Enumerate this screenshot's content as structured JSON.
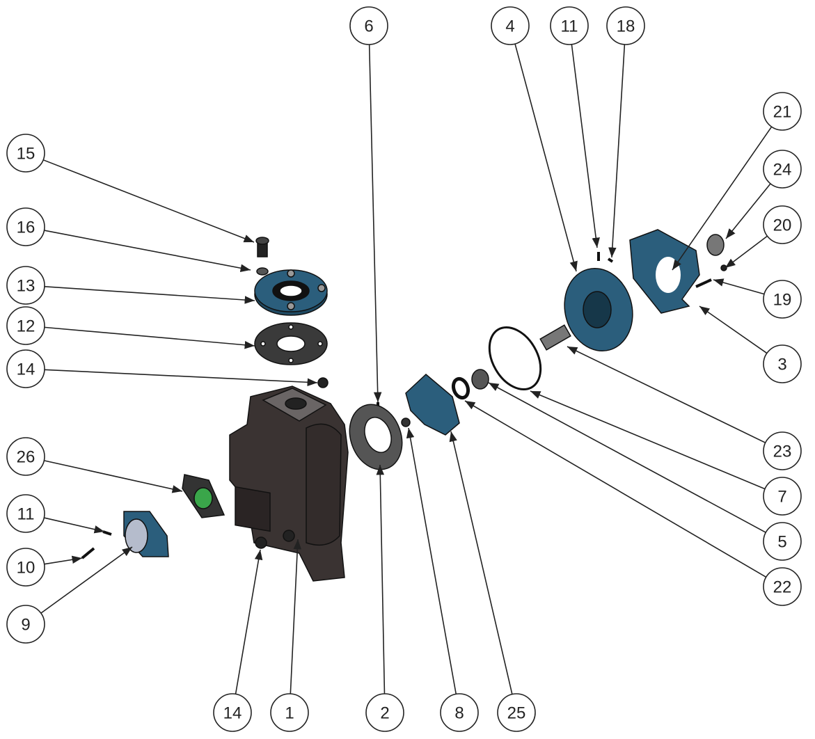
{
  "diagram": {
    "type": "exploded-parts-view",
    "balloons": [
      "6",
      "4",
      "11",
      "18",
      "21",
      "15",
      "24",
      "16",
      "20",
      "13",
      "19",
      "12",
      "3",
      "14",
      "23",
      "26",
      "7",
      "11",
      "5",
      "10",
      "22",
      "9",
      "14",
      "1",
      "2",
      "8",
      "25"
    ],
    "colors": {
      "blue_part": "#2b5e7c",
      "dark_part": "#3a3332",
      "gasket": "#4a4a4a",
      "line": "#222222",
      "green_seal": "#3aa64a"
    }
  }
}
